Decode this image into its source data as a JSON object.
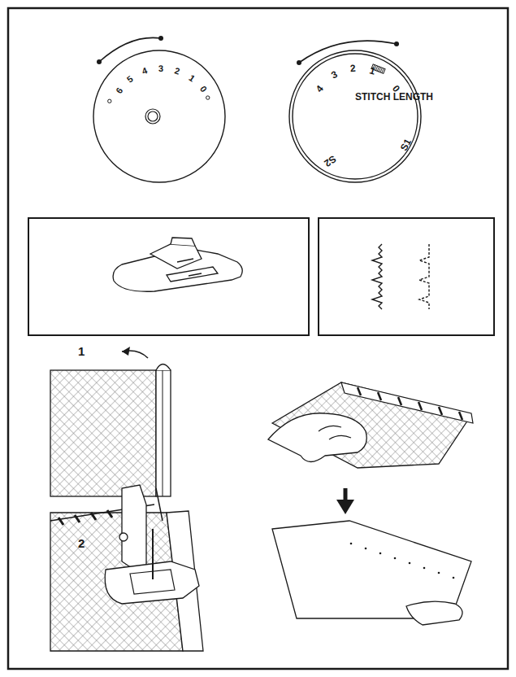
{
  "diagram": {
    "nodes": [
      {
        "text": [
          "6",
          "5",
          "4",
          "3",
          "2",
          "1",
          "0"
        ]
      },
      {
        "text": [
          "4",
          "3",
          "2",
          "1",
          "0",
          "STITCH LENGTH",
          "S1",
          "S2"
        ]
      }
    ],
    "labels": [
      "1",
      "2"
    ]
  }
}
